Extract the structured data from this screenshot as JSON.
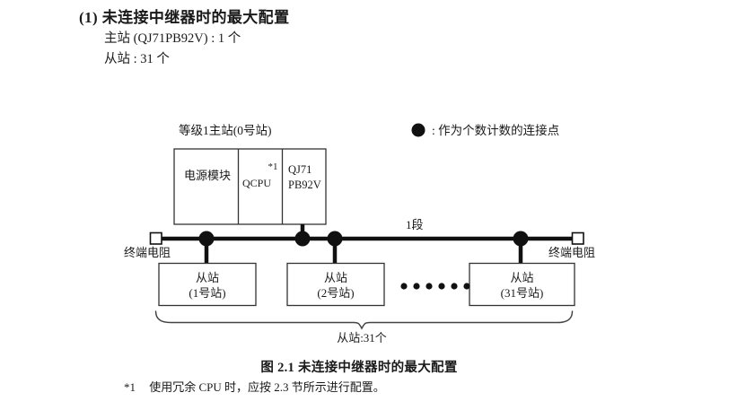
{
  "heading": {
    "number": "(1)",
    "title": "未连接中继器时的最大配置",
    "specs": [
      "主站 (QJ71PB92V) : 1 个",
      "从站 : 31 个"
    ]
  },
  "diagram": {
    "master_group_label": "等级1主站(0号站)",
    "legend": {
      "symbol": "filled-circle",
      "text": ": 作为个数计数的连接点"
    },
    "modules": [
      {
        "name": "power-module",
        "label": "电源模块"
      },
      {
        "name": "qcpu-module",
        "label": "QCPU",
        "footnote_mark": "*1"
      },
      {
        "name": "profibus-module",
        "label_line1": "QJ71",
        "label_line2": "PB92V"
      }
    ],
    "segment_label": "1段",
    "terminal_resistor_left": "终端电阻",
    "terminal_resistor_right": "终端电阻",
    "slaves": [
      {
        "name": "slave-station-1",
        "label": "从站",
        "station": "(1号站)"
      },
      {
        "name": "slave-station-2",
        "label": "从站",
        "station": "(2号站)"
      },
      {
        "name": "slave-station-31",
        "label": "从站",
        "station": "(31号站)"
      }
    ],
    "ellipsis_dot_count": 6,
    "brace_label": "从站:31个",
    "connection_dot_count": 4
  },
  "caption": "图 2.1  未连接中继器时的最大配置",
  "footnote": {
    "mark": "*1",
    "text": "使用冗余 CPU 时，应按 2.3 节所示进行配置。"
  },
  "colors": {
    "ink": "#1a1a1a",
    "line": "#111111",
    "box_stroke": "#333333",
    "background": "#ffffff"
  }
}
